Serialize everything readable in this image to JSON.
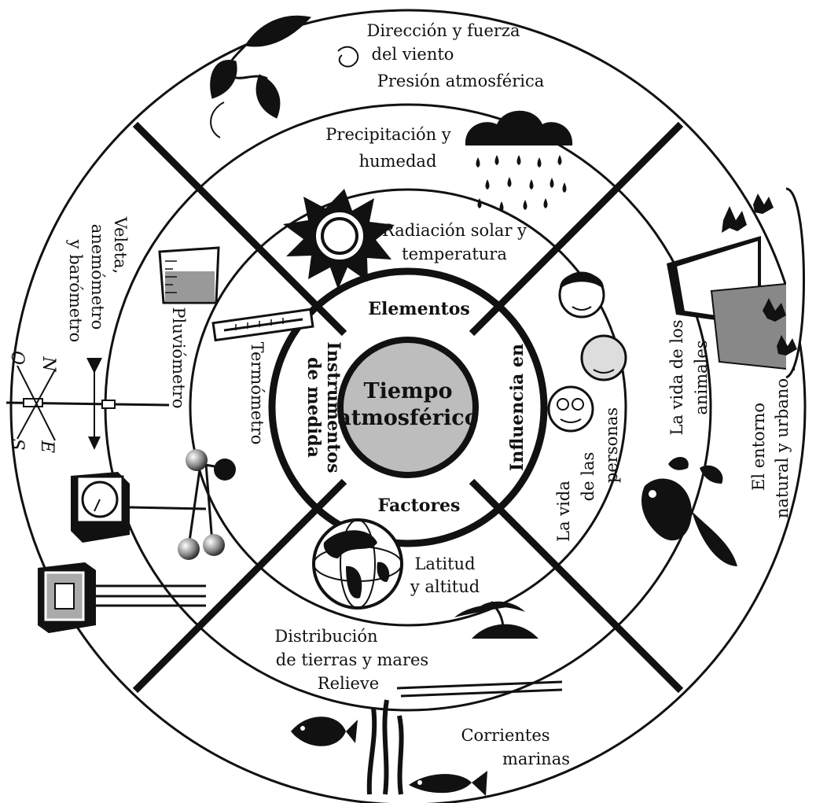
{
  "center": {
    "line1": "Tiempo",
    "line2": "atmosférico"
  },
  "sectors": {
    "top": "Elementos",
    "bottom": "Factores",
    "left_line1": "Instrumentos",
    "left_line2": "de medida",
    "right": "Influencia en"
  },
  "elementos": {
    "wind_line1": "Dirección y fuerza",
    "wind_line2": "del viento",
    "pressure": "Presión atmosférica",
    "precip_line1": "Precipitación y",
    "precip_line2": "humedad",
    "radiation_line1": "Radiación solar y",
    "radiation_line2": "temperatura"
  },
  "factores": {
    "latitude_line1": "Latitud",
    "latitude_line2": "y altitud",
    "land_line1": "Distribución",
    "land_line2": "de tierras y mares",
    "relief": "Relieve",
    "currents_line1": "Corrientes",
    "currents_line2": "marinas"
  },
  "instrumentos": {
    "thermometer": "Termómetro",
    "rain_gauge": "Pluviómetro",
    "outer_line1": "Veleta,",
    "outer_line2": "anemómetro",
    "outer_line3": "y barómetro"
  },
  "influencia": {
    "people_line1": "La vida",
    "people_line2": "de las",
    "people_line3": "personas",
    "animals_line1": "La vida de los",
    "animals_line2": "animales",
    "environment_line1": "El entorno",
    "environment_line2": "natural y urbano"
  },
  "compass": {
    "n": "N",
    "s": "S",
    "e": "E",
    "o": "O"
  },
  "colors": {
    "line": "#111111",
    "center_fill": "#bdbdbd",
    "background": "#ffffff"
  }
}
